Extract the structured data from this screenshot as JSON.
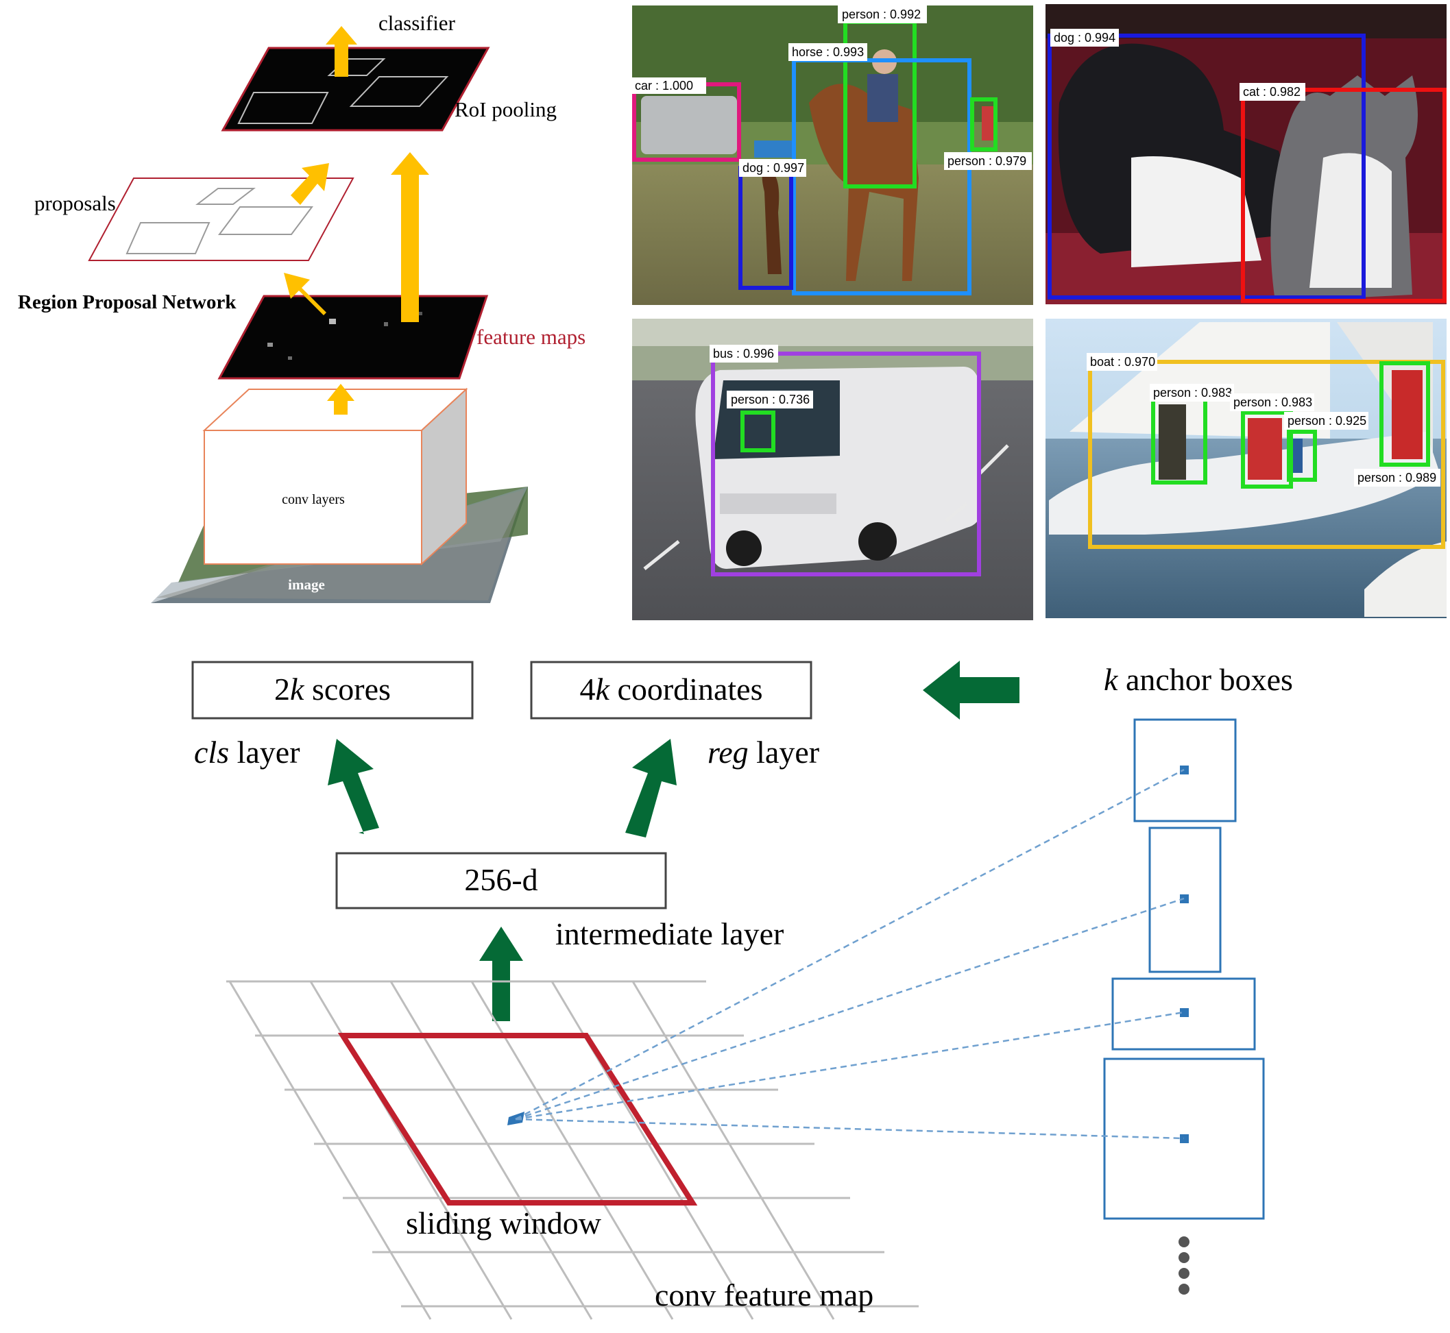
{
  "architecture": {
    "classifier": "classifier",
    "roi_pooling": "RoI pooling",
    "proposals": "proposals",
    "rpn": "Region Proposal Network",
    "feature_maps": "feature maps",
    "conv_layers": "conv layers",
    "image": "image"
  },
  "detections": [
    {
      "photo": "horse-scene",
      "boxes": [
        {
          "label": "person : 0.992",
          "color": "#22dd22"
        },
        {
          "label": "horse : 0.993",
          "color": "#1e90ff"
        },
        {
          "label": "car : 1.000",
          "color": "#e0197d"
        },
        {
          "label": "dog : 0.997",
          "color": "#1a1adc"
        },
        {
          "label": "person : 0.979",
          "color": "#22dd22"
        }
      ]
    },
    {
      "photo": "dog-cat",
      "boxes": [
        {
          "label": "dog : 0.994",
          "color": "#1a1adc"
        },
        {
          "label": "cat : 0.982",
          "color": "#ee1111"
        }
      ]
    },
    {
      "photo": "bus",
      "boxes": [
        {
          "label": "bus : 0.996",
          "color": "#a040e0"
        },
        {
          "label": "person : 0.736",
          "color": "#22dd22"
        }
      ]
    },
    {
      "photo": "sailboat",
      "boxes": [
        {
          "label": "boat : 0.970",
          "color": "#f0c020"
        },
        {
          "label": "person : 0.983",
          "color": "#22dd22"
        },
        {
          "label": "person : 0.983",
          "color": "#22dd22"
        },
        {
          "label": "person : 0.925",
          "color": "#22dd22"
        },
        {
          "label": "person : 0.989",
          "color": "#22dd22"
        }
      ]
    }
  ],
  "rpn_head": {
    "scores_box": {
      "num": "2",
      "k": "k",
      "rest": " scores"
    },
    "coords_box": {
      "num": "4",
      "k": "k",
      "rest": " coordinates"
    },
    "cls_label": {
      "it": "cls",
      "rest": " layer"
    },
    "reg_label": {
      "it": "reg",
      "rest": " layer"
    },
    "intermediate_box": "256-d",
    "intermediate_label": "intermediate layer",
    "sliding_window": "sliding window",
    "conv_feature_map": "conv feature map",
    "anchor_title": {
      "k": "k",
      "rest": " anchor boxes"
    }
  },
  "colors": {
    "arrow_yellow": "#ffc000",
    "arrow_green": "#056a36",
    "window_red": "#c0202e",
    "anchor_blue": "#2e75b6",
    "frame_red": "#b02030"
  }
}
